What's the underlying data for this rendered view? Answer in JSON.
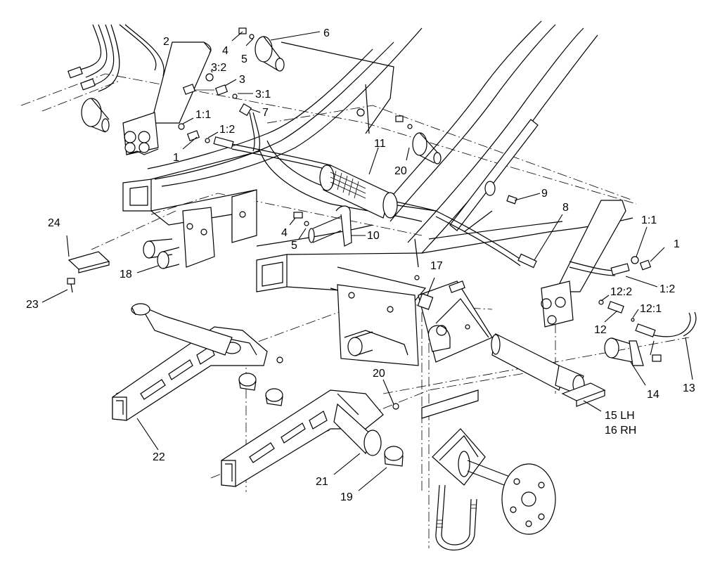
{
  "callouts": [
    {
      "id": "c-2",
      "text": "2"
    },
    {
      "id": "c-6",
      "text": "6"
    },
    {
      "id": "c-4a",
      "text": "4"
    },
    {
      "id": "c-5a",
      "text": "5"
    },
    {
      "id": "c-3-2",
      "text": "3:2"
    },
    {
      "id": "c-3",
      "text": "3"
    },
    {
      "id": "c-3-1",
      "text": "3:1"
    },
    {
      "id": "c-7",
      "text": "7"
    },
    {
      "id": "c-1-1a",
      "text": "1:1"
    },
    {
      "id": "c-1-2a",
      "text": "1:2"
    },
    {
      "id": "c-1a",
      "text": "1"
    },
    {
      "id": "c-11",
      "text": "11"
    },
    {
      "id": "c-20a",
      "text": "20"
    },
    {
      "id": "c-9",
      "text": "9"
    },
    {
      "id": "c-8",
      "text": "8"
    },
    {
      "id": "c-1-1b",
      "text": "1:1"
    },
    {
      "id": "c-1b",
      "text": "1"
    },
    {
      "id": "c-1-2b",
      "text": "1:2"
    },
    {
      "id": "c-12-2",
      "text": "12:2"
    },
    {
      "id": "c-12-1",
      "text": "12:1"
    },
    {
      "id": "c-12",
      "text": "12"
    },
    {
      "id": "c-24",
      "text": "24"
    },
    {
      "id": "c-4b",
      "text": "4"
    },
    {
      "id": "c-5b",
      "text": "5"
    },
    {
      "id": "c-10",
      "text": "10"
    },
    {
      "id": "c-17",
      "text": "17"
    },
    {
      "id": "c-18",
      "text": "18"
    },
    {
      "id": "c-23",
      "text": "23"
    },
    {
      "id": "c-14",
      "text": "14"
    },
    {
      "id": "c-13",
      "text": "13"
    },
    {
      "id": "c-15",
      "text": "15 LH"
    },
    {
      "id": "c-16",
      "text": "16 RH"
    },
    {
      "id": "c-20b",
      "text": "20"
    },
    {
      "id": "c-22",
      "text": "22"
    },
    {
      "id": "c-21",
      "text": "21"
    },
    {
      "id": "c-19",
      "text": "19"
    }
  ]
}
